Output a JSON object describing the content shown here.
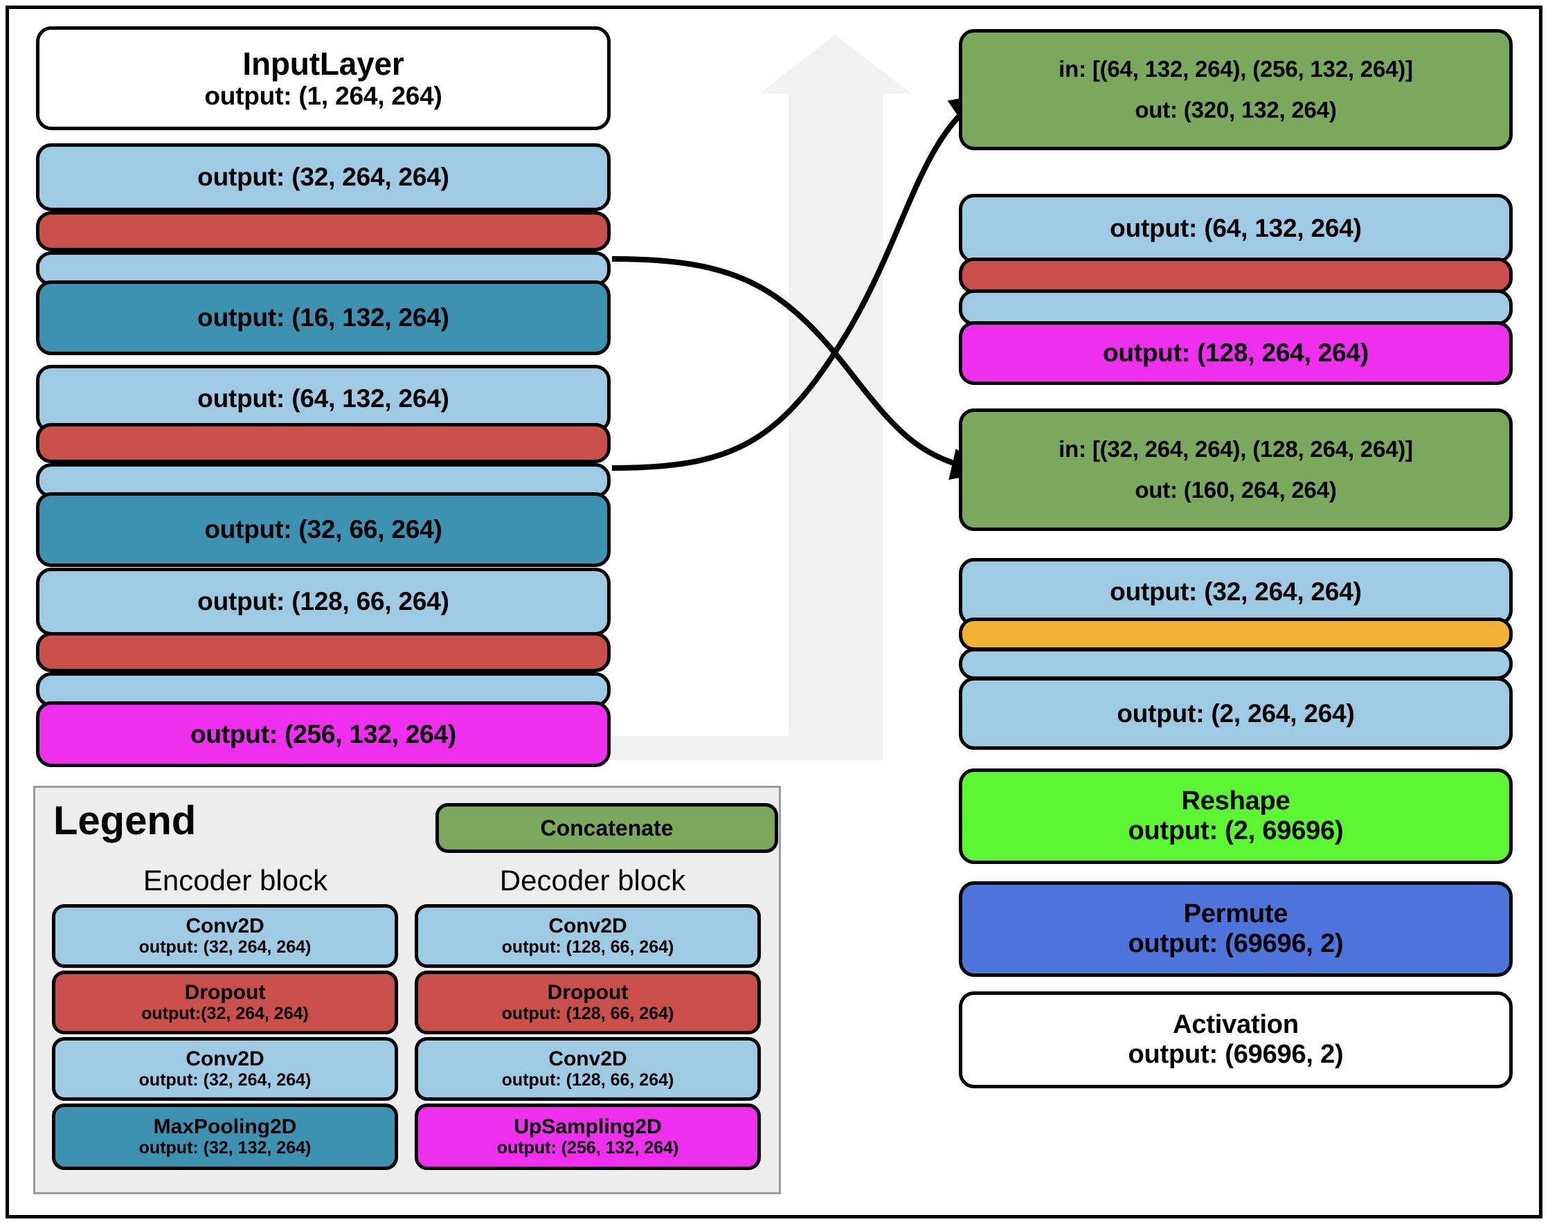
{
  "diagram": {
    "title": "U-Net style encoder-decoder architecture",
    "colors": {
      "input": "#ffffff",
      "conv2d": "#9ecbe3",
      "dropout": "#c94f4a",
      "maxpooling2d": "#3d92b2",
      "upsampling2d": "#ee2fee",
      "concatenate": "#7aa85c",
      "reshape": "#5bf531",
      "permute": "#4d74da",
      "activation": "#ffffff",
      "yellow_layer": "#f2b233",
      "legend_background": "#ededed",
      "border": "#000000",
      "skip_arrow": "#f0f0f0"
    }
  },
  "left_column": [
    {
      "name": "input-layer",
      "type": "InputLayer",
      "title": "InputLayer",
      "output": "output: (1, 264, 264)",
      "color": "input"
    },
    {
      "name": "conv2d-1",
      "type": "Conv2D",
      "title": "",
      "output": "output: (32, 264, 264)",
      "color": "conv2d"
    },
    {
      "name": "dropout-1",
      "type": "Dropout",
      "title": "",
      "output": "",
      "color": "dropout"
    },
    {
      "name": "conv2d-2",
      "type": "Conv2D",
      "title": "",
      "output": "",
      "color": "conv2d"
    },
    {
      "name": "maxpool-1",
      "type": "MaxPooling2D",
      "title": "",
      "output": "output: (16, 132, 264)",
      "color": "maxpooling2d"
    },
    {
      "name": "conv2d-3",
      "type": "Conv2D",
      "title": "",
      "output": "output: (64, 132, 264)",
      "color": "conv2d"
    },
    {
      "name": "dropout-2",
      "type": "Dropout",
      "title": "",
      "output": "",
      "color": "dropout"
    },
    {
      "name": "conv2d-4",
      "type": "Conv2D",
      "title": "",
      "output": "",
      "color": "conv2d"
    },
    {
      "name": "maxpool-2",
      "type": "MaxPooling2D",
      "title": "",
      "output": "output: (32, 66, 264)",
      "color": "maxpooling2d"
    },
    {
      "name": "conv2d-5",
      "type": "Conv2D",
      "title": "",
      "output": "output: (128, 66, 264)",
      "color": "conv2d"
    },
    {
      "name": "dropout-3",
      "type": "Dropout",
      "title": "",
      "output": "",
      "color": "dropout"
    },
    {
      "name": "conv2d-6",
      "type": "Conv2D",
      "title": "",
      "output": "",
      "color": "conv2d"
    },
    {
      "name": "upsampling-1",
      "type": "UpSampling2D",
      "title": "",
      "output": "output: (256, 132, 264)",
      "color": "upsampling2d"
    }
  ],
  "right_column": [
    {
      "name": "concatenate-1",
      "type": "Concatenate",
      "line1": "in: [(64, 132, 264), (256, 132, 264)]",
      "line2": "out: (320, 132, 264)",
      "color": "concatenate"
    },
    {
      "name": "conv2d-7",
      "type": "Conv2D",
      "line1": "output: (64, 132, 264)",
      "line2": "",
      "color": "conv2d"
    },
    {
      "name": "dropout-4",
      "type": "Dropout",
      "line1": "",
      "line2": "",
      "color": "dropout"
    },
    {
      "name": "conv2d-8",
      "type": "Conv2D",
      "line1": "",
      "line2": "",
      "color": "conv2d"
    },
    {
      "name": "upsampling-2",
      "type": "UpSampling2D",
      "line1": "output: (128, 264, 264)",
      "line2": "",
      "color": "upsampling2d"
    },
    {
      "name": "concatenate-2",
      "type": "Concatenate",
      "line1": "in: [(32, 264, 264), (128, 264, 264)]",
      "line2": "out: (160, 264, 264)",
      "color": "concatenate"
    },
    {
      "name": "conv2d-9",
      "type": "Conv2D",
      "line1": "output: (32, 264, 264)",
      "line2": "",
      "color": "conv2d"
    },
    {
      "name": "yellow-layer",
      "type": "Layer",
      "line1": "",
      "line2": "",
      "color": "yellow_layer"
    },
    {
      "name": "conv2d-10",
      "type": "Conv2D",
      "line1": "",
      "line2": "",
      "color": "conv2d"
    },
    {
      "name": "conv2d-11",
      "type": "Conv2D",
      "line1": "output: (2, 264, 264)",
      "line2": "",
      "color": "conv2d"
    },
    {
      "name": "reshape",
      "type": "Reshape",
      "line1": "Reshape",
      "line2": "output: (2, 69696)",
      "color": "reshape"
    },
    {
      "name": "permute",
      "type": "Permute",
      "line1": "Permute",
      "line2": "output: (69696, 2)",
      "color": "permute"
    },
    {
      "name": "activation",
      "type": "Activation",
      "line1": "Activation",
      "line2": "output: (69696, 2)",
      "color": "activation"
    }
  ],
  "legend": {
    "title": "Legend",
    "concatenate_label": "Concatenate",
    "encoder_title": "Encoder block",
    "decoder_title": "Decoder block",
    "encoder_items": [
      {
        "name": "Conv2D",
        "output": "output: (32, 264, 264)",
        "color": "conv2d"
      },
      {
        "name": "Dropout",
        "output": "output:(32, 264, 264)",
        "color": "dropout"
      },
      {
        "name": "Conv2D",
        "output": "output: (32, 264, 264)",
        "color": "conv2d"
      },
      {
        "name": "MaxPooling2D",
        "output": "output: (32, 132, 264)",
        "color": "maxpooling2d"
      }
    ],
    "decoder_items": [
      {
        "name": "Conv2D",
        "output": "output: (128, 66, 264)",
        "color": "conv2d"
      },
      {
        "name": "Dropout",
        "output": "output: (128, 66, 264)",
        "color": "dropout"
      },
      {
        "name": "Conv2D",
        "output": "output: (128, 66, 264)",
        "color": "conv2d"
      },
      {
        "name": "UpSampling2D",
        "output": "output: (256, 132, 264)",
        "color": "upsampling2d"
      }
    ]
  }
}
